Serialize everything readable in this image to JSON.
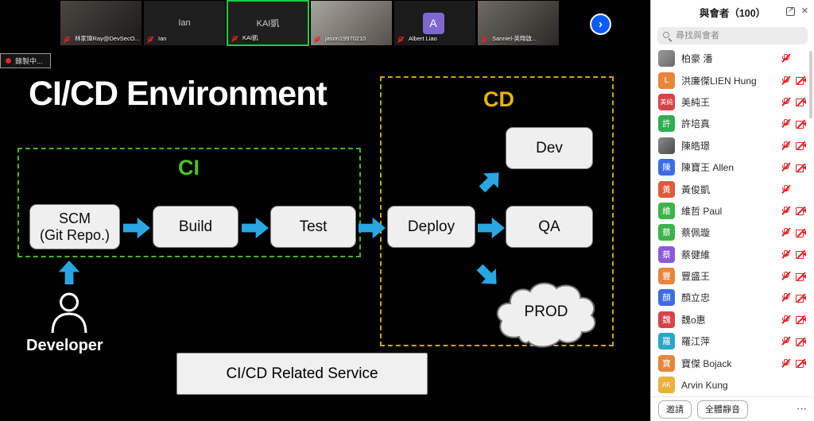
{
  "meeting": {
    "recording_label": "錄製中..."
  },
  "icons": {
    "next_chevron": "›",
    "more": "⋯",
    "close": "✕"
  },
  "colors": {
    "ci_green": "#49b41e",
    "cd_gold": "#c9a800",
    "arrow_blue": "#28a7e2",
    "danger_red": "#e02626",
    "active_thumb_green": "#23c93f",
    "next_button_blue": "#0b5cff"
  },
  "video_strip": {
    "thumbnails": [
      {
        "name": "林家瑋Ray@DevSecO...",
        "center_text": "",
        "avatar": "",
        "avatar_color": "",
        "bg": "linear-gradient(135deg,#4a4642,#1c1a18)",
        "active": false,
        "mic_muted": true
      },
      {
        "name": "Ian",
        "center_text": "Ian",
        "avatar": "",
        "avatar_color": "",
        "bg": "#1f1f1f",
        "active": false,
        "mic_muted": true
      },
      {
        "name": "KAI凱",
        "center_text": "KAI凱",
        "avatar": "",
        "avatar_color": "",
        "bg": "#1f1f1f",
        "active": true,
        "mic_muted": true
      },
      {
        "name": "jason19970210",
        "center_text": "",
        "avatar": "",
        "avatar_color": "",
        "bg": "linear-gradient(135deg,#a8a49e,#55504a)",
        "active": false,
        "mic_muted": true
      },
      {
        "name": "Albert Liao",
        "center_text": "",
        "avatar": "A",
        "avatar_color": "#7d68cf",
        "bg": "#1b1b1b",
        "active": false,
        "mic_muted": true
      },
      {
        "name": "Sanniel-英翔啟...",
        "center_text": "",
        "avatar": "",
        "avatar_color": "",
        "bg": "linear-gradient(135deg,#6f6a64,#2a2825)",
        "active": false,
        "mic_muted": true
      }
    ]
  },
  "slide": {
    "title": "CI/CD Environment",
    "ci_label": "CI",
    "cd_label": "CD",
    "nodes": {
      "scm_line1": "SCM",
      "scm_line2": "(Git Repo.)",
      "build": "Build",
      "test": "Test",
      "deploy": "Deploy",
      "dev": "Dev",
      "qa": "QA",
      "prod": "PROD"
    },
    "developer_label": "Developer",
    "service_label": "CI/CD Related Service"
  },
  "participants_panel": {
    "title": "與會者（100）",
    "search_placeholder": "尋找與會者",
    "list": [
      {
        "name": "柏豪 潘",
        "avatar_text": "",
        "avatar_color": "linear-gradient(135deg,#9a9a9a,#6a6a6a)",
        "mic_muted": true,
        "video_off": false
      },
      {
        "name": "洪廉傑LIEN Hung",
        "avatar_text": "L",
        "avatar_color": "#e8863c",
        "mic_muted": true,
        "video_off": true
      },
      {
        "name": "美純王",
        "avatar_text": "美純",
        "avatar_color": "#d8434a",
        "mic_muted": true,
        "video_off": true
      },
      {
        "name": "許培真",
        "avatar_text": "許",
        "avatar_color": "#2fae52",
        "mic_muted": true,
        "video_off": true
      },
      {
        "name": "陳皓璟",
        "avatar_text": "",
        "avatar_color": "linear-gradient(135deg,#8a8a8a,#4a4a4a)",
        "mic_muted": true,
        "video_off": true
      },
      {
        "name": "陳寶王 Allen",
        "avatar_text": "陳",
        "avatar_color": "#3c6ce8",
        "mic_muted": true,
        "video_off": true
      },
      {
        "name": "黃俊凱",
        "avatar_text": "黃",
        "avatar_color": "#e05a3c",
        "mic_muted": true,
        "video_off": false
      },
      {
        "name": "維哲 Paul",
        "avatar_text": "維",
        "avatar_color": "#3cb44a",
        "mic_muted": true,
        "video_off": true
      },
      {
        "name": "蔡佩璇",
        "avatar_text": "蔡",
        "avatar_color": "#3cb44a",
        "mic_muted": true,
        "video_off": true
      },
      {
        "name": "蔡健維",
        "avatar_text": "蔡",
        "avatar_color": "#8d5ad8",
        "mic_muted": true,
        "video_off": true
      },
      {
        "name": "豐盛王",
        "avatar_text": "豐",
        "avatar_color": "#e8863c",
        "mic_muted": true,
        "video_off": true
      },
      {
        "name": "顏立忠",
        "avatar_text": "顏",
        "avatar_color": "#3c6ce8",
        "mic_muted": true,
        "video_off": true
      },
      {
        "name": "魏o惠",
        "avatar_text": "魏",
        "avatar_color": "#d8434a",
        "mic_muted": true,
        "video_off": true
      },
      {
        "name": "羅江萍",
        "avatar_text": "羅",
        "avatar_color": "#2aa7c8",
        "mic_muted": true,
        "video_off": true
      },
      {
        "name": "寶傑 Bojack",
        "avatar_text": "寶",
        "avatar_color": "#e8863c",
        "mic_muted": true,
        "video_off": true
      },
      {
        "name": "Arvin Kung",
        "avatar_text": "AK",
        "avatar_color": "#e8b23c",
        "mic_muted": false,
        "video_off": false
      }
    ],
    "footer": {
      "invite": "邀請",
      "mute_all": "全體靜音"
    }
  }
}
